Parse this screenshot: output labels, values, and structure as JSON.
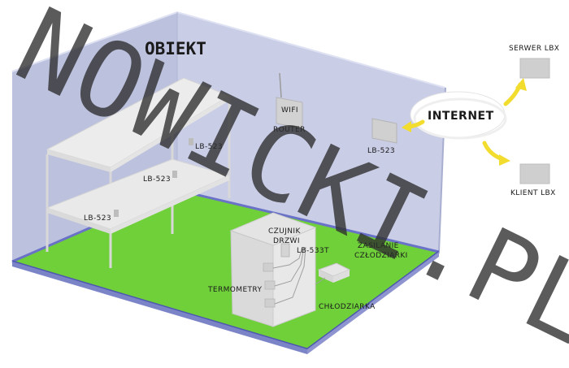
{
  "title": "OBIEKT",
  "labels": {
    "wifi": "WIFI",
    "router": "ROUTER",
    "lb523_shelf_top": "LB-523",
    "lb523_shelf_mid": "LB-523",
    "lb523_shelf_low": "LB-523",
    "lb523_wall": "LB-523",
    "czujnik": "CZUJNIK",
    "drzwi": "DRZWI",
    "lb533t": "LB-533T",
    "zasilanie": "ZASILANIE",
    "czlodziarki": "CZŁODZIARKI",
    "termometry": "TERMOMETRY",
    "chlodziarka": "CHŁODZIARKA",
    "internet": "INTERNET",
    "serwer": "SERWER LBX",
    "klient": "KLIENT LBX"
  },
  "watermark": "NOWICKI.PL",
  "colors": {
    "wall_back": "#c9cde6",
    "wall_side": "#bcc1de",
    "floor": "#6fd03a",
    "arrow": "#f2dc2e",
    "device": "#c9c9c9"
  }
}
